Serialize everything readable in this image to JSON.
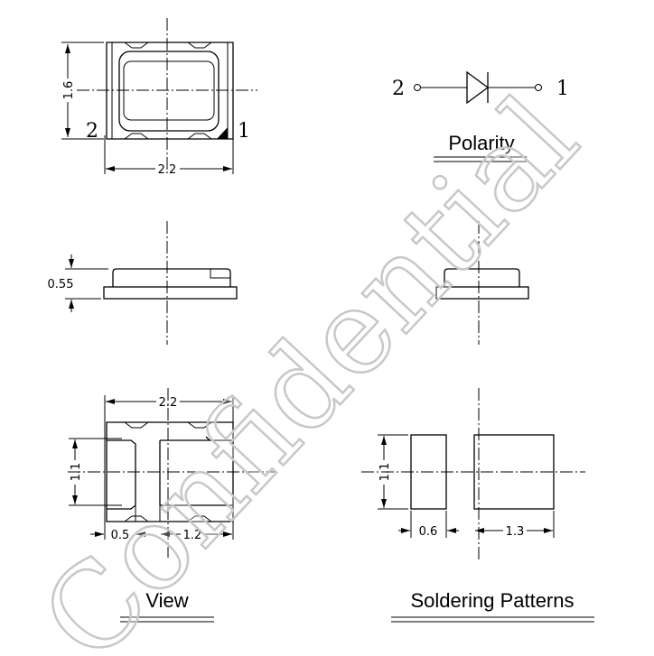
{
  "top_view": {
    "dim_height": "1.6",
    "dim_width": "2.2",
    "pin_left": "2",
    "pin_right": "1"
  },
  "polarity": {
    "pin_left": "2",
    "pin_right": "1",
    "caption": "Polarity"
  },
  "side_view": {
    "dim_height": "0.55"
  },
  "bottom_view": {
    "dim_width": "2.2",
    "dim_pad_height": "1.1",
    "dim_left_pad": "0.5",
    "dim_right_pad": "1.2",
    "caption": "View"
  },
  "soldering": {
    "dim_height": "1.1",
    "dim_left_pad": "0.6",
    "dim_right_pad": "1.3",
    "caption": "Soldering Patterns"
  },
  "watermark": "Confidential"
}
